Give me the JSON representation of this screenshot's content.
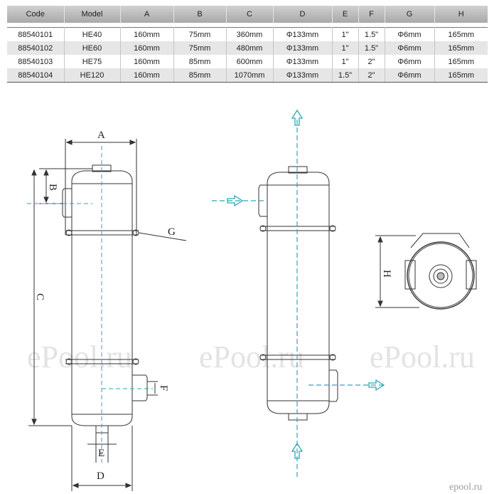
{
  "table": {
    "headers": [
      "Code",
      "Model",
      "A",
      "B",
      "C",
      "D",
      "E",
      "F",
      "G",
      "H"
    ],
    "rows": [
      [
        "88540101",
        "HE40",
        "160mm",
        "75mm",
        "360mm",
        "Φ133mm",
        "1\"",
        "1.5\"",
        "Φ6mm",
        "165mm"
      ],
      [
        "88540102",
        "HE60",
        "160mm",
        "75mm",
        "480mm",
        "Φ133mm",
        "1\"",
        "1.5\"",
        "Φ6mm",
        "165mm"
      ],
      [
        "88540103",
        "HE75",
        "160mm",
        "85mm",
        "600mm",
        "Φ133mm",
        "1\"",
        "2\"",
        "Φ6mm",
        "165mm"
      ],
      [
        "88540104",
        "HE120",
        "160mm",
        "85mm",
        "1070mm",
        "Φ133mm",
        "1.5\"",
        "2\"",
        "Φ6mm",
        "165mm"
      ]
    ]
  },
  "labels": {
    "A": "A",
    "B": "B",
    "C": "C",
    "D": "D",
    "E": "E",
    "F": "F",
    "G": "G",
    "H": "H"
  },
  "watermark": {
    "text": "ePool.ru",
    "corner": "epool.ru"
  },
  "colors": {
    "flow": "#2aa8b8",
    "line": "#333333",
    "watermark": "#e2e2e2"
  }
}
